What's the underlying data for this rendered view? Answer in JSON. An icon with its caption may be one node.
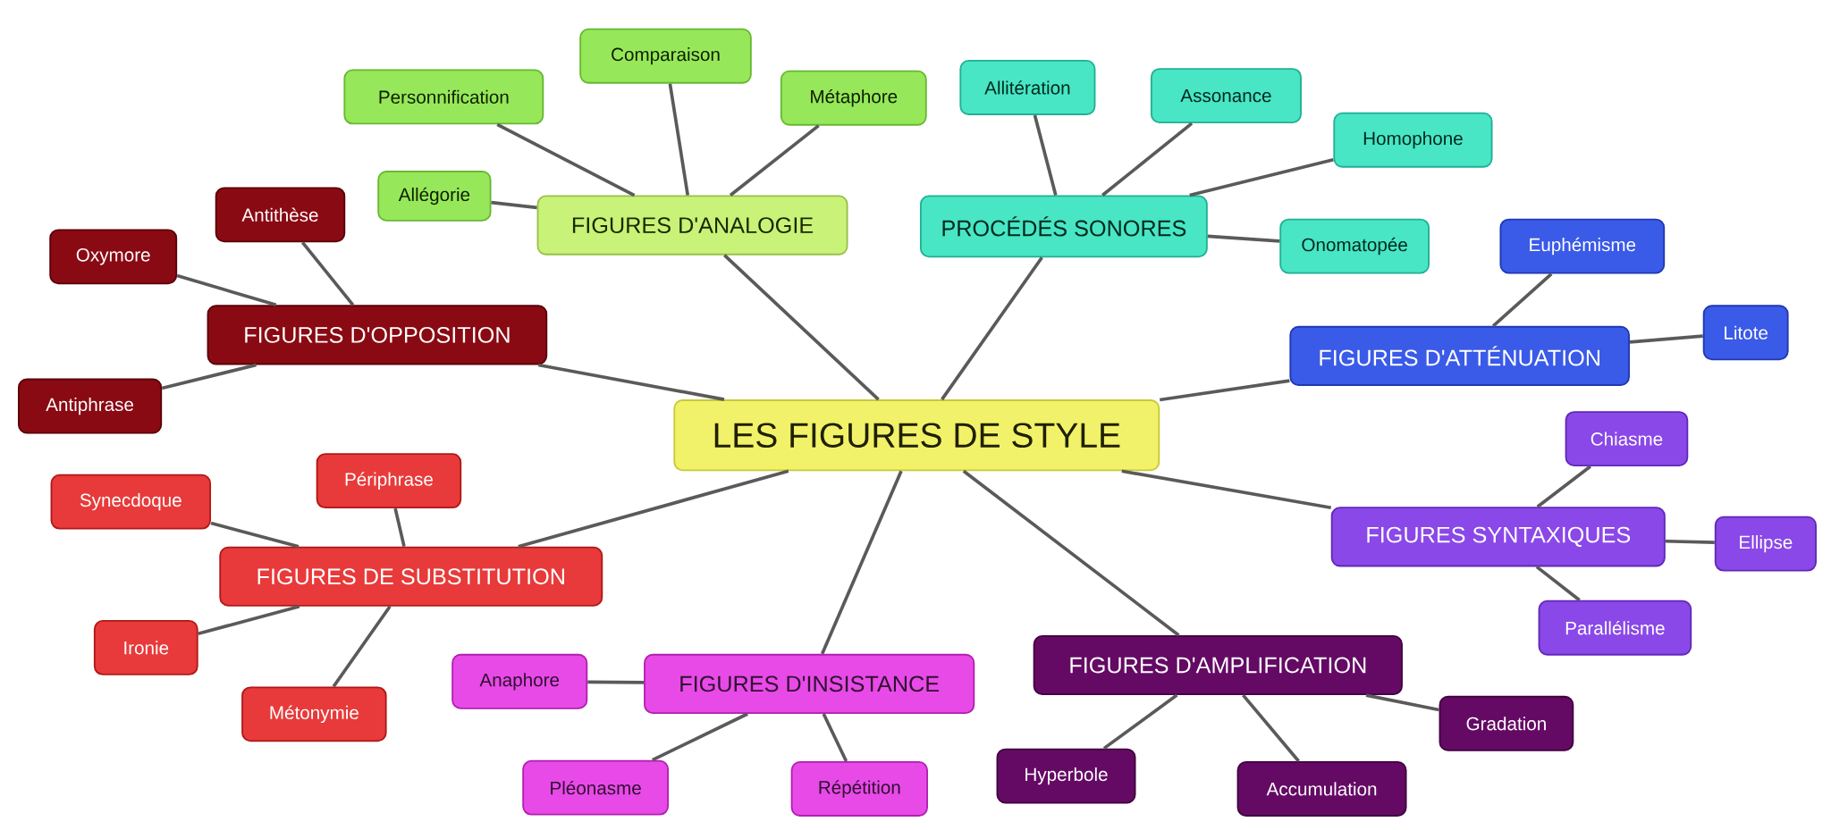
{
  "diagram": {
    "nodes": [
      {
        "text": [
          "LES FIGURES DE STYLE"
        ]
      },
      {
        "text": [
          "FIGURES D'ANALOGIE"
        ]
      },
      {
        "text": [
          "Personnification"
        ]
      },
      {
        "text": [
          "Comparaison"
        ]
      },
      {
        "text": [
          "Métaphore"
        ]
      },
      {
        "text": [
          "Allégorie"
        ]
      },
      {
        "text": [
          "PROCÉDÉS SONORES"
        ]
      },
      {
        "text": [
          "Allitération"
        ]
      },
      {
        "text": [
          "Assonance"
        ]
      },
      {
        "text": [
          "Homophone"
        ]
      },
      {
        "text": [
          "Onomatopée"
        ]
      },
      {
        "text": [
          "FIGURES D'OPPOSITION"
        ]
      },
      {
        "text": [
          "Antithèse"
        ]
      },
      {
        "text": [
          "Oxymore"
        ]
      },
      {
        "text": [
          "Antiphrase"
        ]
      },
      {
        "text": [
          "FIGURES D'ATTÉNUATION"
        ]
      },
      {
        "text": [
          "Euphémisme"
        ]
      },
      {
        "text": [
          "Litote"
        ]
      },
      {
        "text": [
          "FIGURES DE SUBSTITUTION"
        ]
      },
      {
        "text": [
          "Synecdoque"
        ]
      },
      {
        "text": [
          "Périphrase"
        ]
      },
      {
        "text": [
          "Ironie"
        ]
      },
      {
        "text": [
          "Métonymie"
        ]
      },
      {
        "text": [
          "FIGURES SYNTAXIQUES"
        ]
      },
      {
        "text": [
          "Chiasme"
        ]
      },
      {
        "text": [
          "Ellipse"
        ]
      },
      {
        "text": [
          "Parallélisme"
        ]
      },
      {
        "text": [
          "FIGURES D'INSISTANCE"
        ]
      },
      {
        "text": [
          "Anaphore"
        ]
      },
      {
        "text": [
          "Pléonasme"
        ]
      },
      {
        "text": [
          "Répétition"
        ]
      },
      {
        "text": [
          "FIGURES D'AMPLIFICATION"
        ]
      },
      {
        "text": [
          "Gradation"
        ]
      },
      {
        "text": [
          "Hyperbole"
        ]
      },
      {
        "text": [
          "Accumulation"
        ]
      }
    ],
    "edges": [
      {
        "from": 0,
        "to": 1,
        "arrow": "none"
      },
      {
        "from": 1,
        "to": 2,
        "arrow": "none"
      },
      {
        "from": 1,
        "to": 3,
        "arrow": "none"
      },
      {
        "from": 1,
        "to": 4,
        "arrow": "none"
      },
      {
        "from": 1,
        "to": 5,
        "arrow": "none"
      },
      {
        "from": 0,
        "to": 6,
        "arrow": "none"
      },
      {
        "from": 6,
        "to": 7,
        "arrow": "none"
      },
      {
        "from": 6,
        "to": 8,
        "arrow": "none"
      },
      {
        "from": 6,
        "to": 9,
        "arrow": "none"
      },
      {
        "from": 6,
        "to": 10,
        "arrow": "none"
      },
      {
        "from": 0,
        "to": 11,
        "arrow": "none"
      },
      {
        "from": 11,
        "to": 12,
        "arrow": "none"
      },
      {
        "from": 11,
        "to": 13,
        "arrow": "none"
      },
      {
        "from": 11,
        "to": 14,
        "arrow": "none"
      },
      {
        "from": 0,
        "to": 15,
        "arrow": "none"
      },
      {
        "from": 15,
        "to": 16,
        "arrow": "none"
      },
      {
        "from": 15,
        "to": 17,
        "arrow": "none"
      },
      {
        "from": 0,
        "to": 18,
        "arrow": "none"
      },
      {
        "from": 18,
        "to": 19,
        "arrow": "none"
      },
      {
        "from": 18,
        "to": 20,
        "arrow": "none"
      },
      {
        "from": 18,
        "to": 21,
        "arrow": "none"
      },
      {
        "from": 18,
        "to": 22,
        "arrow": "none"
      },
      {
        "from": 0,
        "to": 23,
        "arrow": "none"
      },
      {
        "from": 23,
        "to": 24,
        "arrow": "none"
      },
      {
        "from": 23,
        "to": 25,
        "arrow": "none"
      },
      {
        "from": 23,
        "to": 26,
        "arrow": "none"
      },
      {
        "from": 0,
        "to": 27,
        "arrow": "none"
      },
      {
        "from": 27,
        "to": 28,
        "arrow": "none"
      },
      {
        "from": 27,
        "to": 29,
        "arrow": "none"
      },
      {
        "from": 27,
        "to": 30,
        "arrow": "none"
      },
      {
        "from": 0,
        "to": 31,
        "arrow": "none"
      },
      {
        "from": 31,
        "to": 32,
        "arrow": "none"
      },
      {
        "from": 31,
        "to": 33,
        "arrow": "none"
      },
      {
        "from": 31,
        "to": 34,
        "arrow": "none"
      }
    ]
  }
}
